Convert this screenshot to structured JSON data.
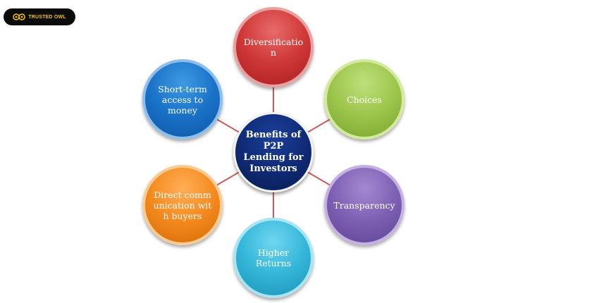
{
  "logo": {
    "text": "TRUSTED OWL",
    "icon": "owl-eyes-icon",
    "colors": {
      "background": "#0b0b0b",
      "text": "#f2c200"
    }
  },
  "diagram": {
    "center": {
      "label": "Benefits of P2P Lending for Investors",
      "color": "#0f2a73"
    },
    "connector_color": "#c85a5a",
    "nodes": [
      {
        "id": "diversification",
        "label": "Diversification",
        "color": "#cf3737"
      },
      {
        "id": "choices",
        "label": "Choices",
        "color": "#9cc54b"
      },
      {
        "id": "transparency",
        "label": "Transparency",
        "color": "#7d60b3"
      },
      {
        "id": "higher-returns",
        "label": "Higher Returns",
        "color": "#34b6d9"
      },
      {
        "id": "direct-communication",
        "label": "Direct communication with buyers",
        "color": "#f48a1e"
      },
      {
        "id": "short-term-access",
        "label": "Short-term access to money",
        "color": "#1a72c8"
      }
    ]
  }
}
